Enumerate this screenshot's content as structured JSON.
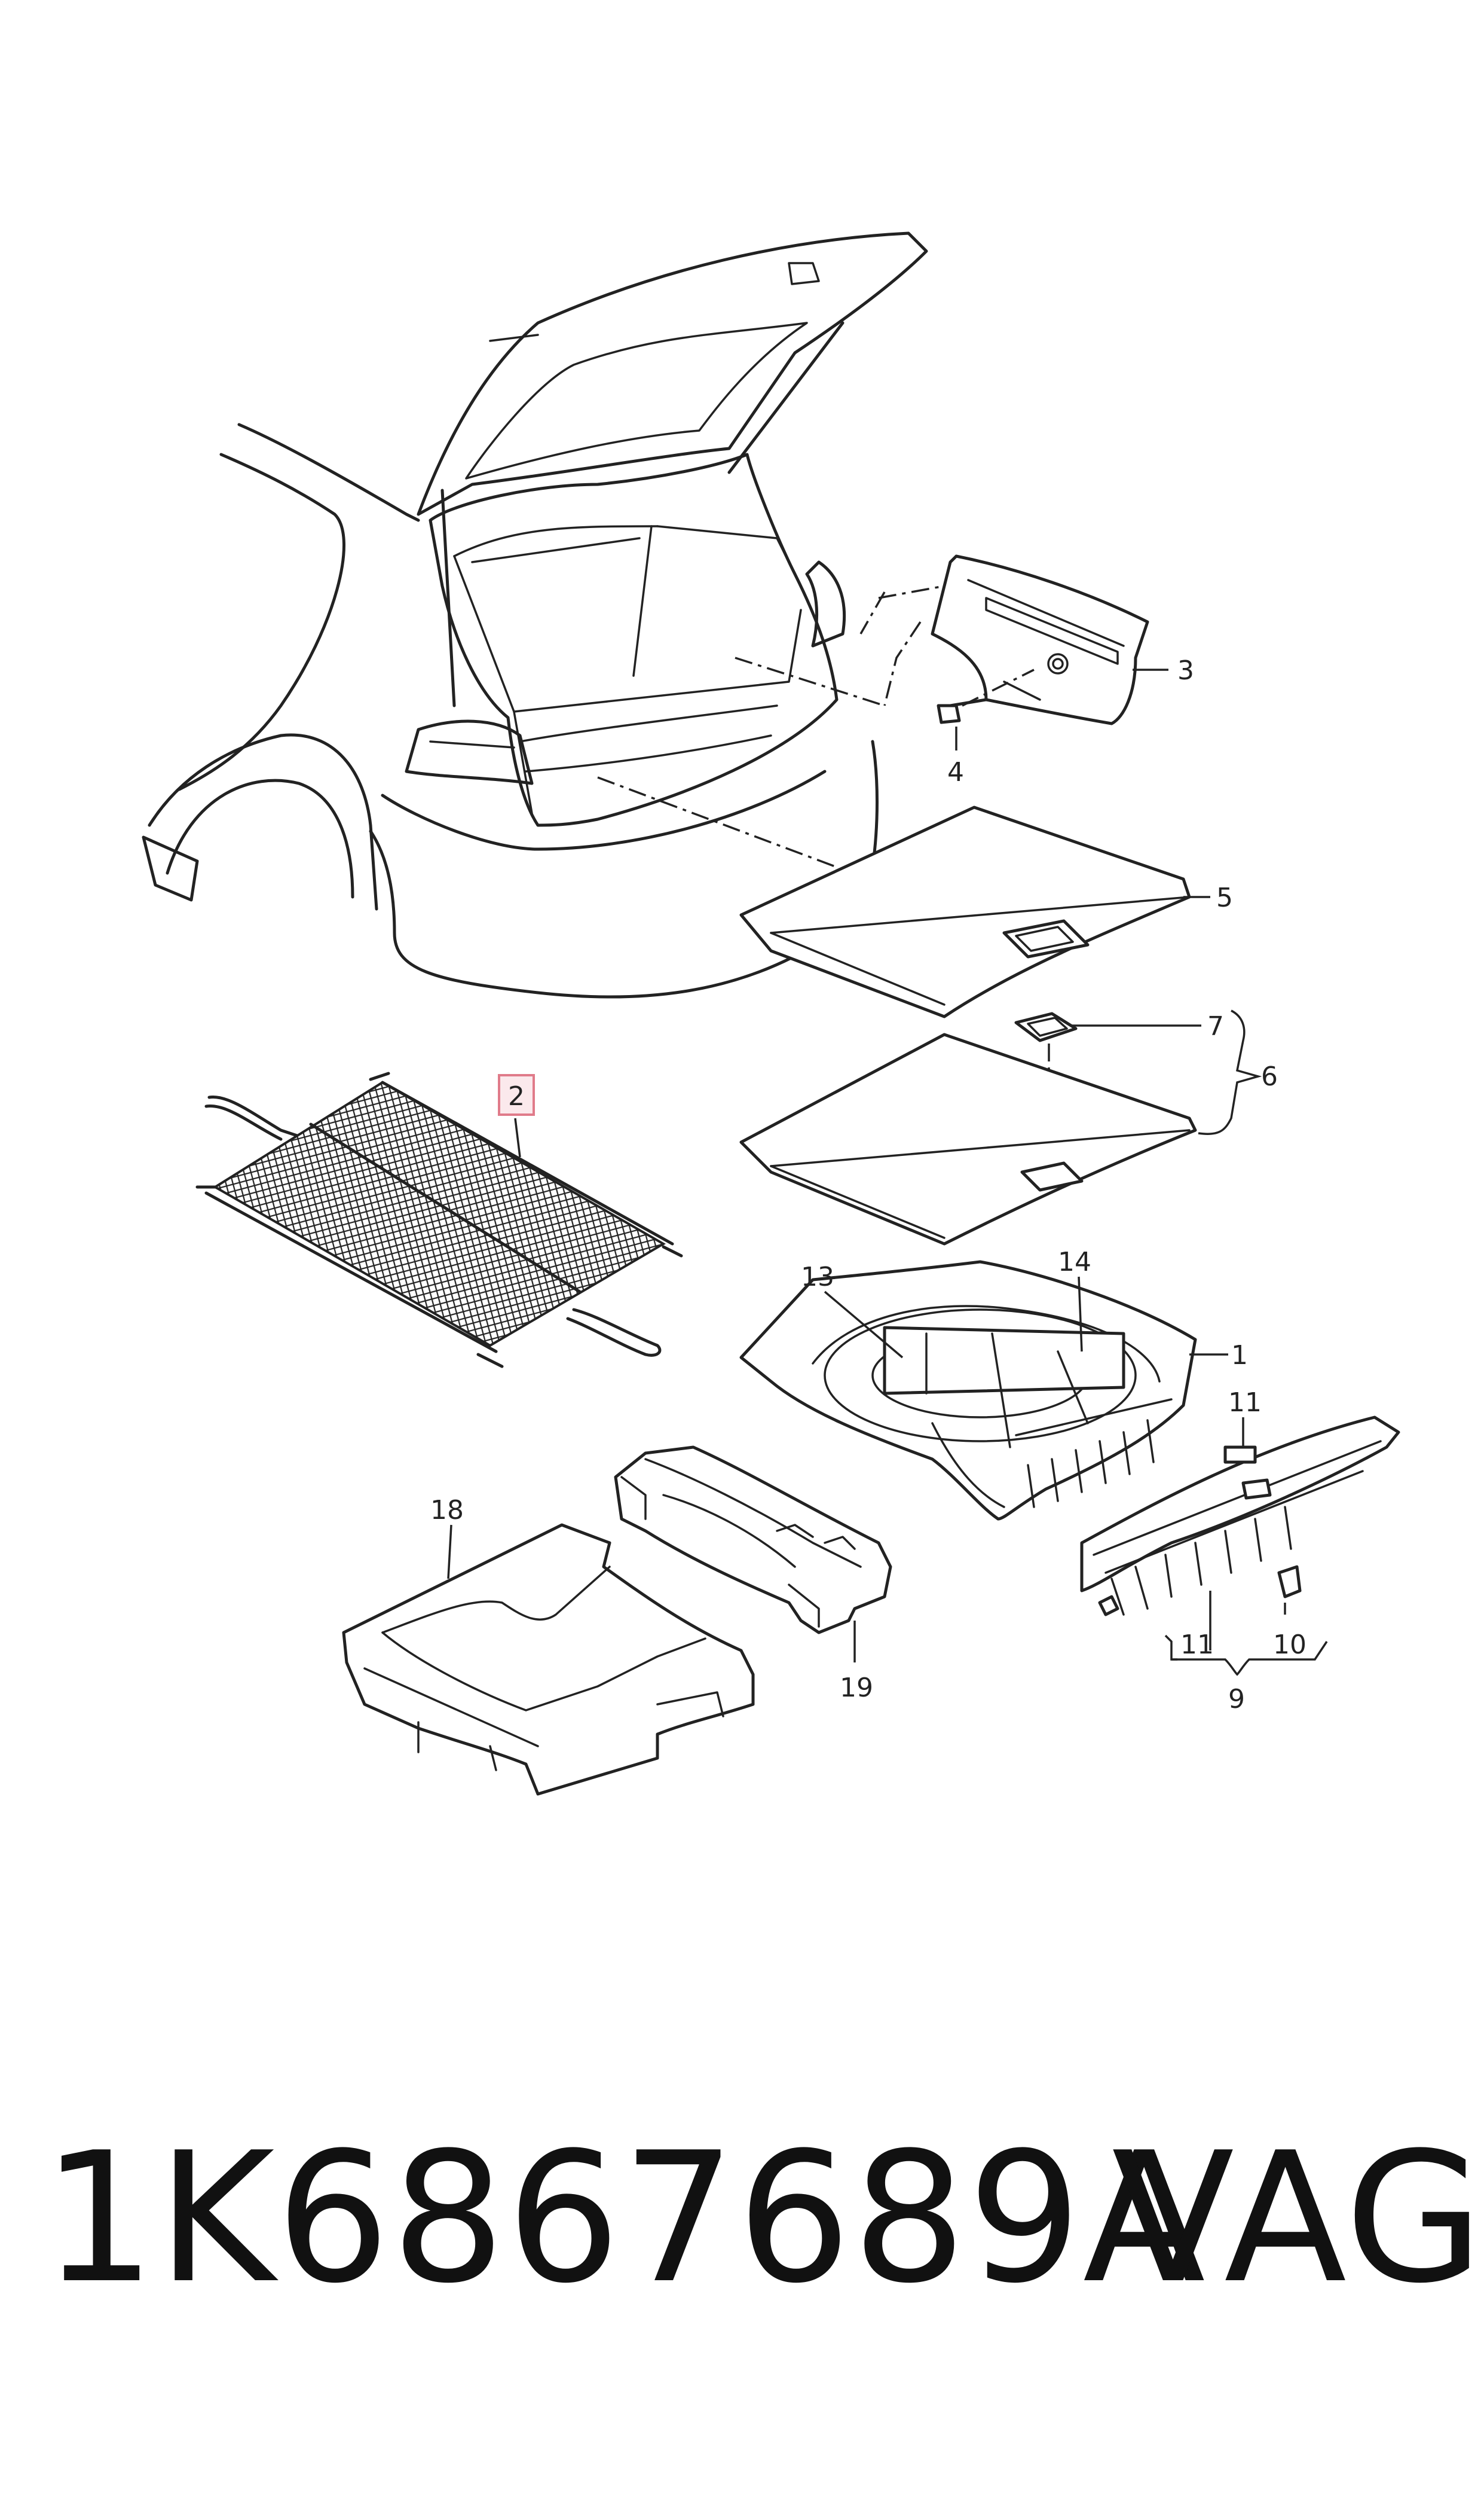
{
  "callouts": {
    "c1": "1",
    "c2": "2",
    "c3": "3",
    "c4": "4",
    "c5": "5",
    "c6": "6",
    "c7": "7",
    "c9": "9",
    "c10": "10",
    "c11a": "11",
    "c11b": "11",
    "c13": "13",
    "c14": "14",
    "c18": "18",
    "c19": "19"
  },
  "highlighted_callout": "2",
  "caption": {
    "part_number": "1K6867689A",
    "brand": "VAG"
  }
}
